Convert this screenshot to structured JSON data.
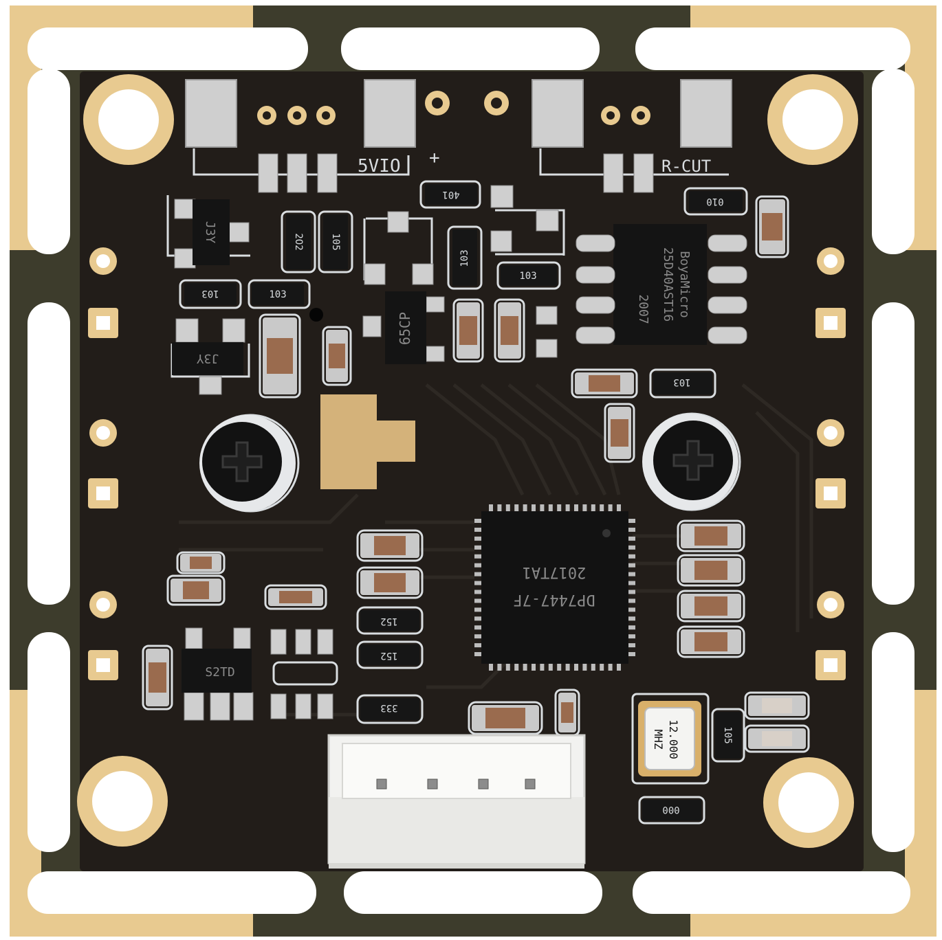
{
  "board": {
    "colors": {
      "pcb": "#231e1a",
      "pcb_frame": "#3b3a2a",
      "gold": "#e7c98e",
      "silkscreen": "#d9dde0",
      "silver_pad": "#c9c9c9",
      "connector": "#f2f2f0"
    },
    "silkscreen": {
      "5v": "5VIO",
      "plus": "+",
      "ir_cut": "R-CUT",
      "tag_401": "401",
      "tag_2o2": "2O2",
      "tag_105a": "105",
      "tag_103a": "103",
      "tag_103b": "103",
      "tag_103c": "103",
      "tag_103d": "103",
      "tag_103e": "103",
      "tag_010": "010",
      "tag_152a": "152",
      "tag_152b": "152",
      "tag_333": "333",
      "tag_105b": "105",
      "tag_000": "000",
      "j3y_a": "J3Y",
      "j3y_b": "J3Y",
      "q65cp": "65CP",
      "s2td": "S2TD"
    },
    "flash_chip": {
      "line1": "BoyaMicro",
      "line2": "25D40AST16",
      "line3": "2007"
    },
    "main_chip": {
      "line1": "DP7447-7F",
      "line2": "2017TA1"
    },
    "crystal": {
      "line1": "12.000",
      "line2": "MHZ"
    },
    "connector": {
      "pins": 4
    }
  }
}
